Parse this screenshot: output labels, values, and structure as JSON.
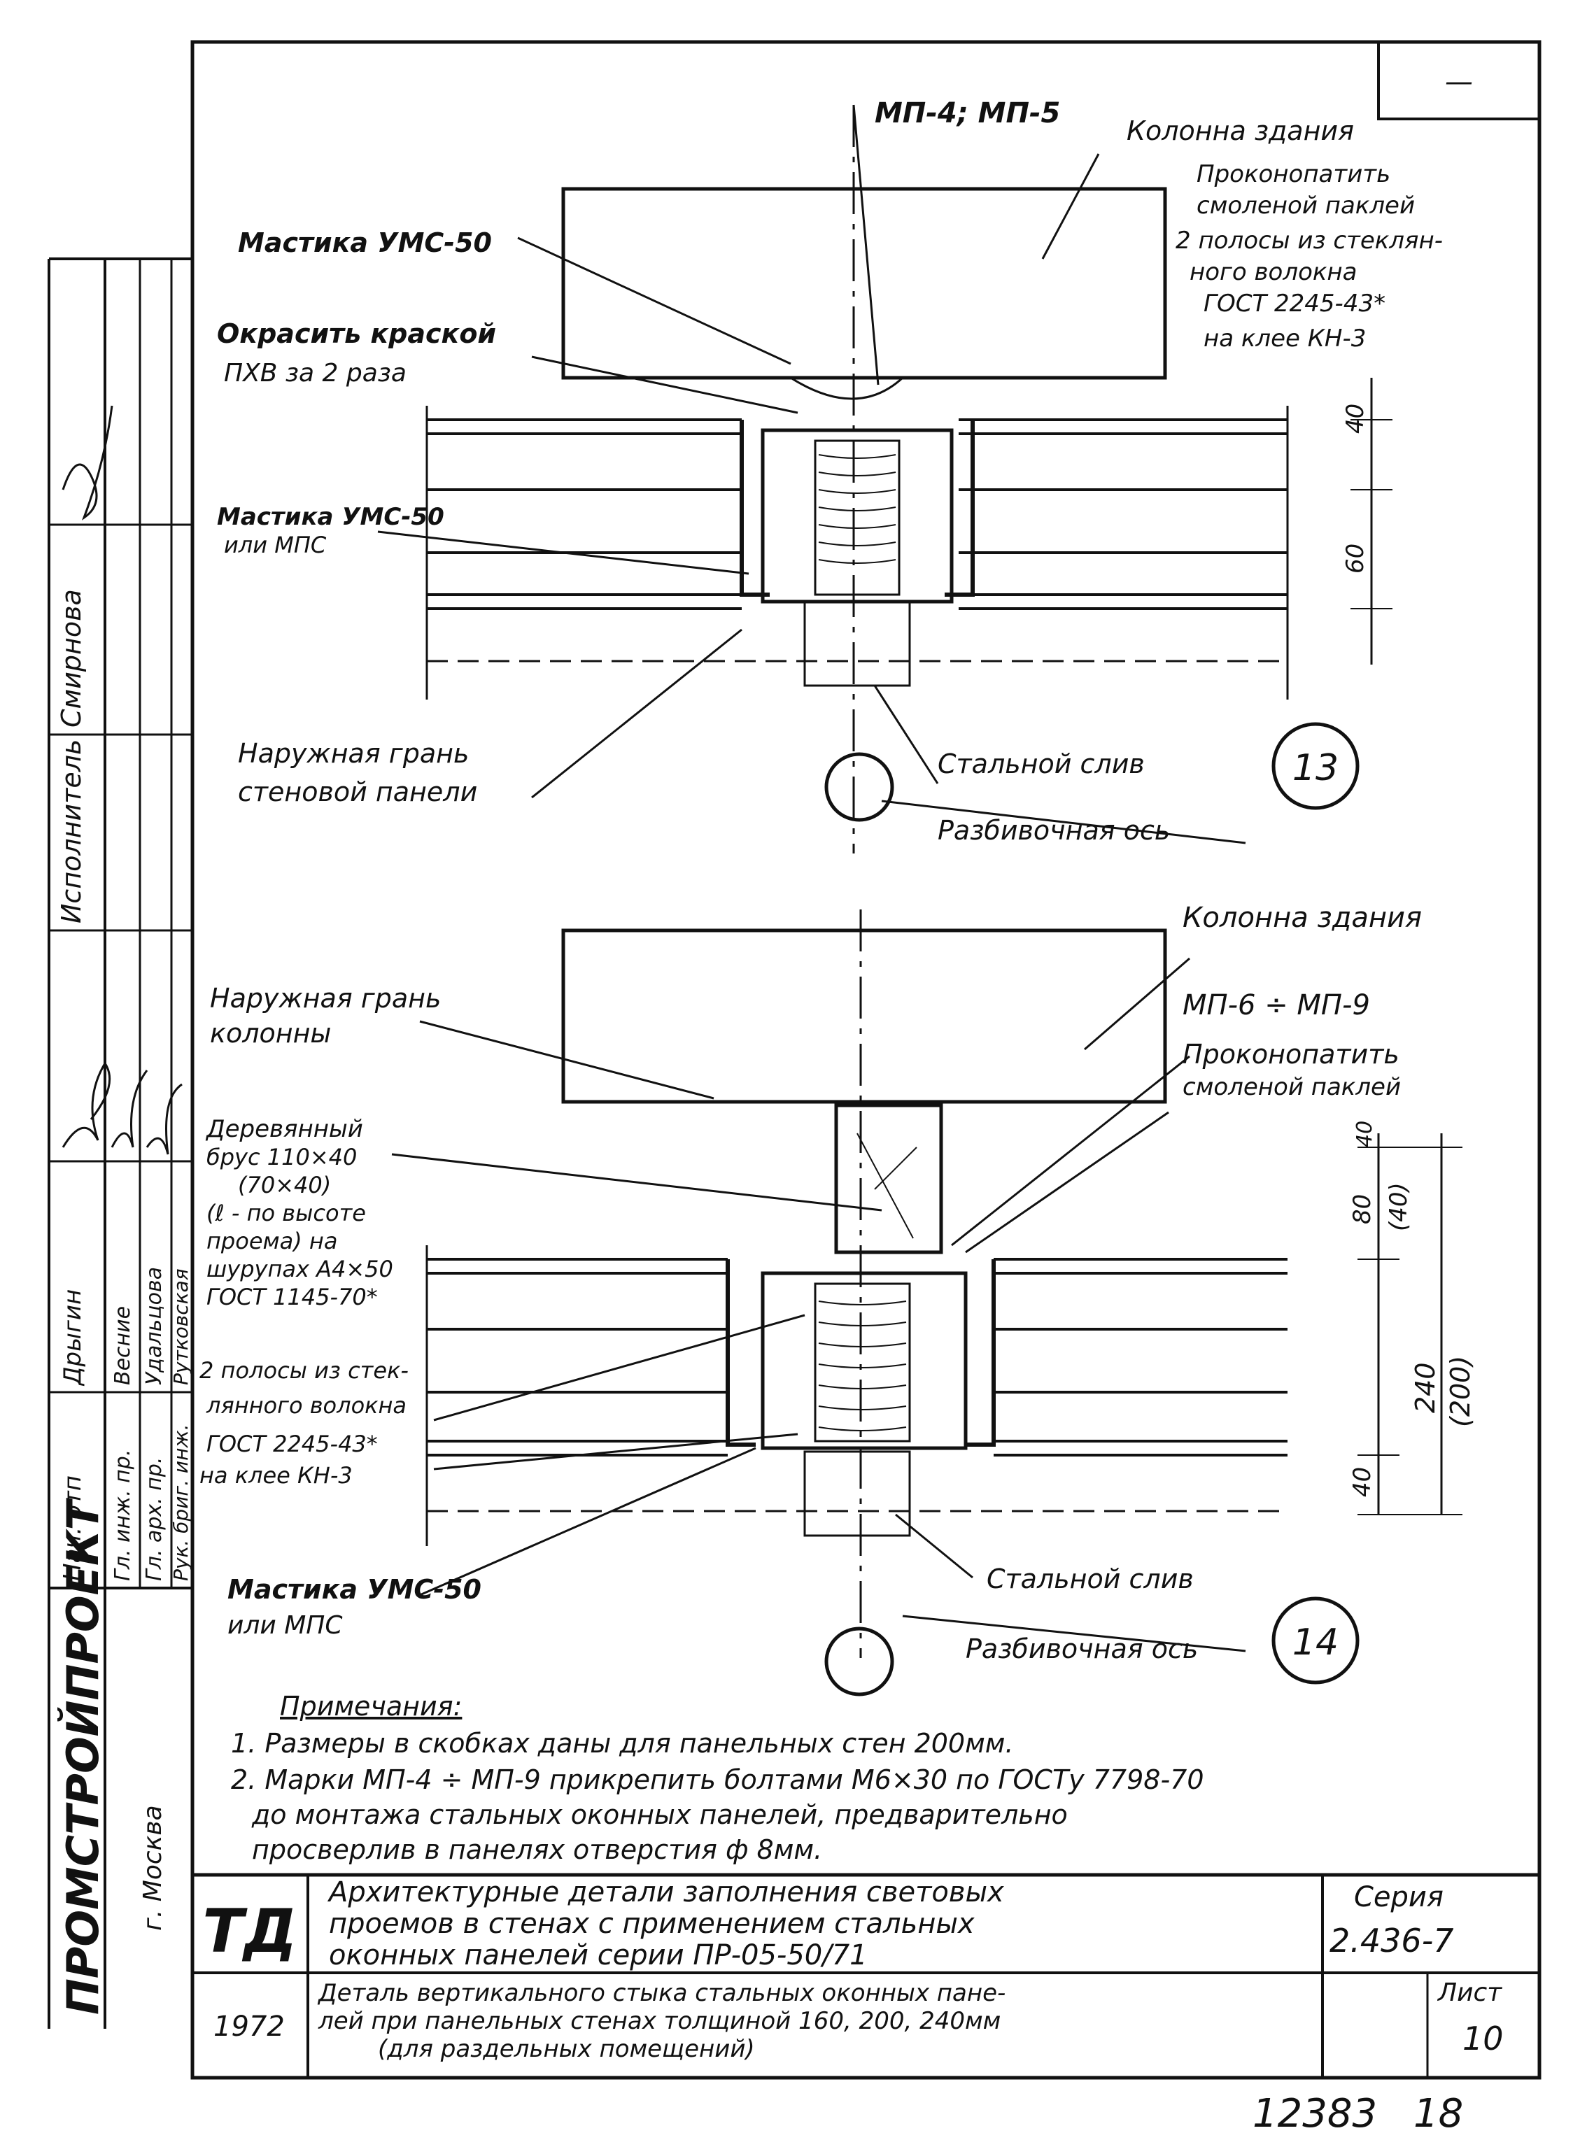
{
  "stamp_top_right": "—",
  "detail13": {
    "labels": {
      "mp45": "МП-4; МП-5",
      "column": "Колонна здания",
      "caulk": "Проконопатить",
      "caulk2": "смоленой паклей",
      "strips1": "2 полосы из стеклян-",
      "strips2": "ного волокна",
      "strips3": "ГОСТ 2245-43*",
      "strips4": "на клее КН-3",
      "mastic_top": "Мастика УМС-50",
      "paint1": "Окрасить краской",
      "paint2": "ПХВ за 2 раза",
      "mastic_mid1": "Мастика УМС-50",
      "mastic_mid2": "или МПС",
      "outer1": "Наружная грань",
      "outer2": "стеновой панели",
      "drip": "Стальной слив",
      "axis": "Разбивочная ось",
      "number": "13"
    },
    "dims": {
      "d1": "40",
      "d2": "60"
    }
  },
  "detail14": {
    "labels": {
      "column": "Колонна здания",
      "outer1": "Наружная грань",
      "outer2": "колонны",
      "mp69": "МП-6 ÷ МП-9",
      "caulk1": "Проконопатить",
      "caulk2": "смоленой паклей",
      "wood1": "Деревянный",
      "wood2": "брус 110×40",
      "wood3": "(70×40)",
      "wood4": "(ℓ - по высоте",
      "wood5": "проема) на",
      "wood6": "шурупах A4×50",
      "wood7": "ГОСТ 1145-70*",
      "strips1": "2 полосы из стек-",
      "strips2": "лянного волокна",
      "strips3": "ГОСТ 2245-43*",
      "strips4": "на клее КН-3",
      "mastic1": "Мастика УМС-50",
      "mastic2": "или МПС",
      "drip": "Стальной слив",
      "axis": "Разбивочная ось",
      "number": "14"
    },
    "dims": {
      "d1": "40",
      "d2": "80",
      "d2b": "(40)",
      "d3": "240",
      "d3b": "(200)",
      "d4": "40"
    }
  },
  "notes": {
    "heading": "Примечания:",
    "n1": "1. Размеры в скобках даны для панельных стен 200мм.",
    "n2a": "2. Марки МП-4 ÷ МП-9 прикрепить болтами М6×30 по ГОСТу 7798-70",
    "n2b": "до монтажа стальных оконных панелей, предварительно",
    "n2c": "просверлив в панелях отверстия ф 8мм."
  },
  "title_block": {
    "logo": "ТД",
    "title1": "Архитектурные детали заполнения световых",
    "title2": "проемов в стенах с применением стальных",
    "title3": "оконных панелей серии ПР-05-50/71",
    "series_label": "Серия",
    "series_value": "2.436-7",
    "year": "1972",
    "sheet_title1": "Деталь вертикального стыка стальных оконных пане-",
    "sheet_title2": "лей при панельных стенах толщиной 160, 200, 240мм",
    "sheet_title3": "(для раздельных помещений)",
    "sheet_label": "Лист",
    "sheet_value": "10"
  },
  "side_stamp": {
    "org": "ПРОМСТРОЙПРОЕКТ",
    "city": "г. Москва",
    "roles": [
      "Нач. отп",
      "Гл. инж. пр.",
      "Гл. арх. пр.",
      "Рук. бриг. инж."
    ],
    "names": [
      "Дрыгин",
      "Весние",
      "Удальцова",
      "Рутковская"
    ],
    "executor_label": "Исполнитель",
    "executor_name": "Смирнова"
  },
  "footer": {
    "number": "12383",
    "page": "18"
  }
}
